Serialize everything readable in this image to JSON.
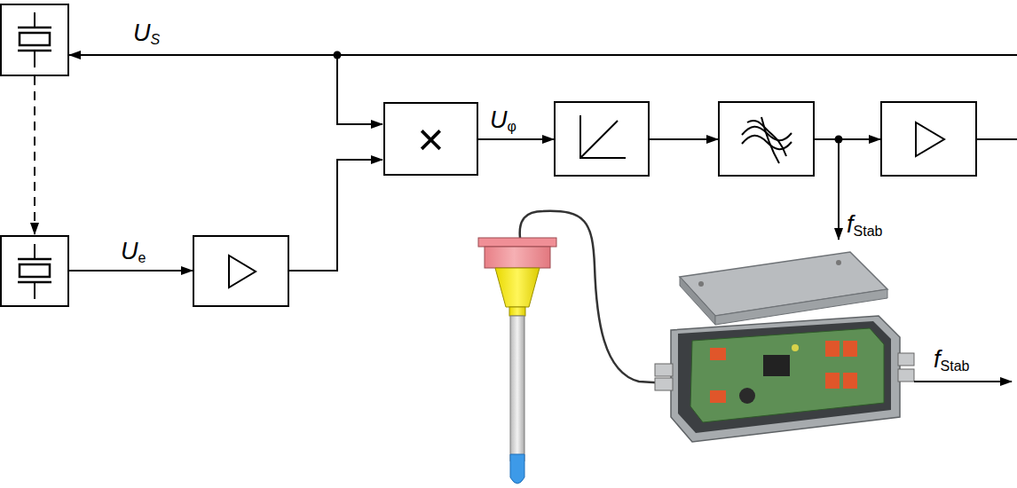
{
  "diagram": {
    "nodes": [
      {
        "text": [
          "×"
        ]
      }
    ],
    "labels": [
      "US",
      "Uφ",
      "Ue",
      "fStab",
      "fStab"
    ]
  }
}
